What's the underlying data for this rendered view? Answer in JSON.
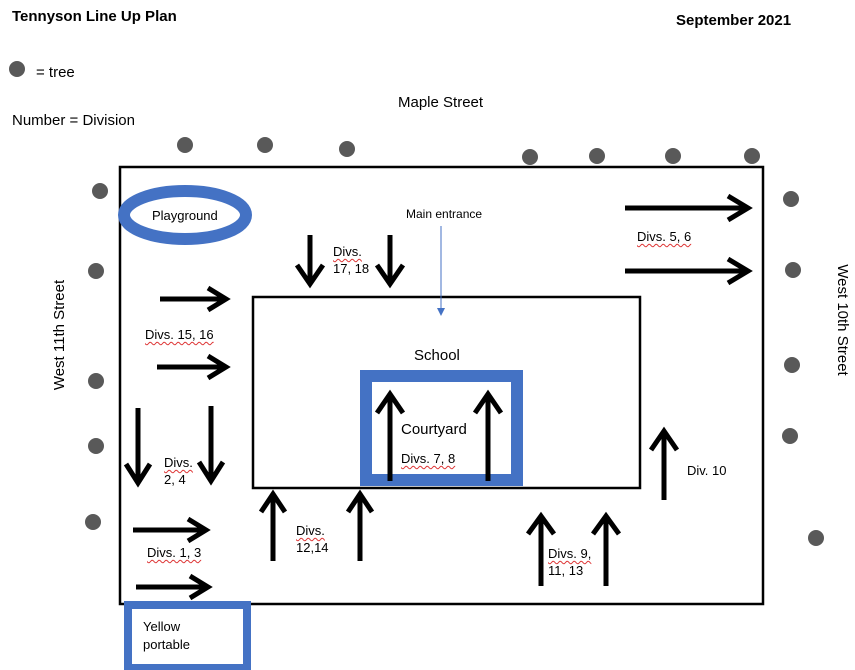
{
  "title": "Tennyson Line Up Plan",
  "date": "September 2021",
  "legend": {
    "tree_label": "= tree",
    "number_label": "Number = Division"
  },
  "streets": {
    "north": "Maple Street",
    "west": "West 11th Street",
    "east": "West 10th Street"
  },
  "places": {
    "playground": "Playground",
    "main_entrance": "Main entrance",
    "school": "School",
    "courtyard": "Courtyard",
    "portable_line1": "Yellow",
    "portable_line2": "portable"
  },
  "divisions": {
    "d17_18_line1": "Divs.",
    "d17_18_line2": "17, 18",
    "d5_6": "Divs. 5, 6",
    "d15_16": "Divs. 15, 16",
    "d2_4_line1": "Divs.",
    "d2_4_line2": "2, 4",
    "d7_8": "Divs.  7,  8",
    "d12_14_line1": "Divs.",
    "d12_14_line2": "12,14",
    "d1_3": "Divs. 1, 3",
    "d9_11_13_line1": "Divs. 9,",
    "d9_11_13_line2": "11, 13",
    "d10": "Div. 10"
  },
  "colors": {
    "blue": "#4472c4",
    "tree": "#595959",
    "entrance_arrow": "#4472c4"
  }
}
